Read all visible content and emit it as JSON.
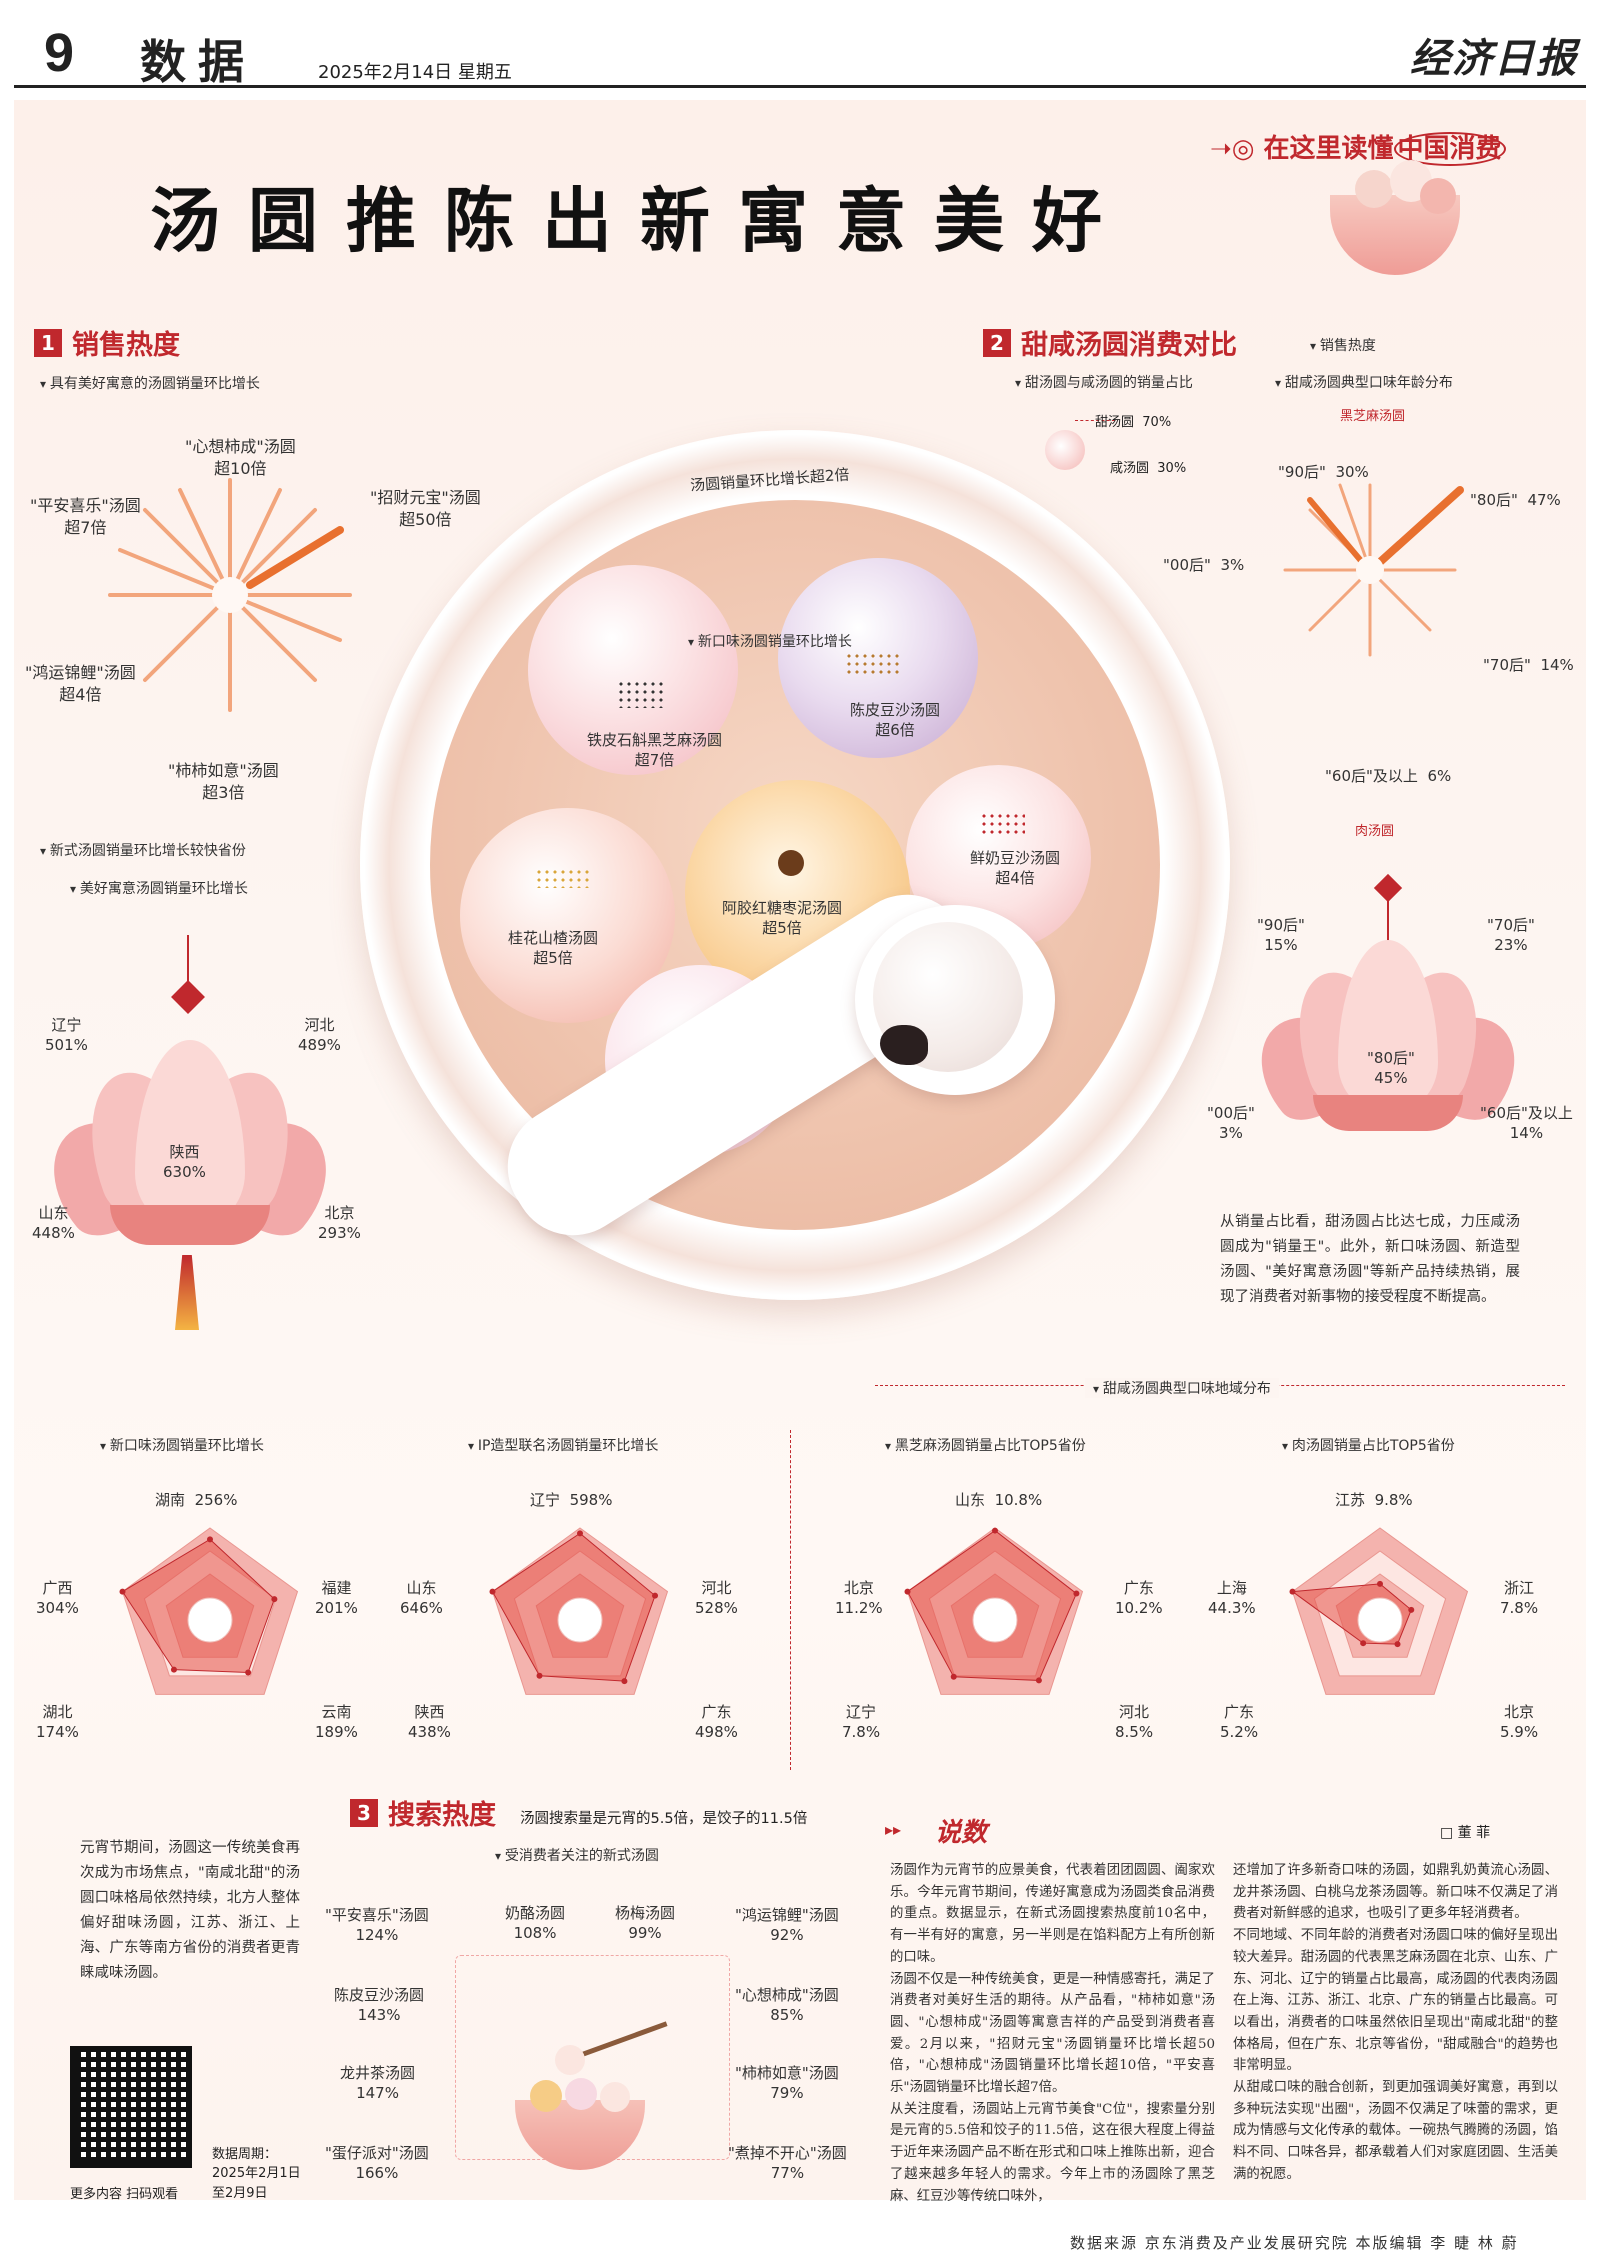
{
  "masthead": {
    "page_number": "9",
    "section": "数据",
    "date": "2025年2月14日  星期五",
    "newspaper": "经济日报"
  },
  "column_tag": {
    "prefix": "在这里读懂",
    "highlight": "中国消费"
  },
  "title": "汤圆推陈出新寓意美好",
  "section1": {
    "num": "1",
    "title": "销售热度",
    "sub": "具有美好寓意的汤圆销量环比增长",
    "items": [
      {
        "name": "\"心想柿成\"汤圆",
        "value": "超10倍"
      },
      {
        "name": "\"平安喜乐\"汤圆",
        "value": "超7倍"
      },
      {
        "name": "\"招财元宝\"汤圆",
        "value": "超50倍"
      },
      {
        "name": "\"鸿运锦鲤\"汤圆",
        "value": "超4倍"
      },
      {
        "name": "\"柿柿如意\"汤圆",
        "value": "超3倍"
      }
    ],
    "province_sub1": "新式汤圆销量环比增长较快省份",
    "province_sub2": "美好寓意汤圆销量环比增长",
    "provinces": [
      {
        "name": "辽宁",
        "value": "501%"
      },
      {
        "name": "河北",
        "value": "489%"
      },
      {
        "name": "陕西",
        "value": "630%"
      },
      {
        "name": "山东",
        "value": "448%"
      },
      {
        "name": "北京",
        "value": "293%"
      }
    ]
  },
  "bowl": {
    "top_label": "汤圆销量环比增长超2倍",
    "inner_sub": "新口味汤圆销量环比增长",
    "balls": [
      {
        "name": "铁皮石斛黑芝麻汤圆",
        "value": "超7倍"
      },
      {
        "name": "陈皮豆沙汤圆",
        "value": "超6倍"
      },
      {
        "name": "鲜奶豆沙汤圆",
        "value": "超4倍"
      },
      {
        "name": "阿胶红糖枣泥汤圆",
        "value": "超5倍"
      },
      {
        "name": "桂花山楂汤圆",
        "value": "超5倍"
      }
    ]
  },
  "section2": {
    "num": "2",
    "title": "甜咸汤圆消费对比",
    "sub_ratio": "甜汤圆与咸汤圆的销量占比",
    "ratio": [
      {
        "name": "甜汤圆",
        "value": "70%"
      },
      {
        "name": "咸汤圆",
        "value": "30%"
      }
    ],
    "sub_heat": "销售热度",
    "sub_age": "甜咸汤圆典型口味年龄分布",
    "sesame_label": "黑芝麻汤圆",
    "sesame_age": [
      {
        "name": "\"90后\"",
        "value": "30%"
      },
      {
        "name": "\"80后\"",
        "value": "47%"
      },
      {
        "name": "\"00后\"",
        "value": "3%"
      },
      {
        "name": "\"70后\"",
        "value": "14%"
      },
      {
        "name": "\"60后\"及以上",
        "value": "6%"
      }
    ],
    "meat_label": "肉汤圆",
    "meat_age": [
      {
        "name": "\"90后\"",
        "value": "15%"
      },
      {
        "name": "\"70后\"",
        "value": "23%"
      },
      {
        "name": "\"80后\"",
        "value": "45%"
      },
      {
        "name": "\"00后\"",
        "value": "3%"
      },
      {
        "name": "\"60后\"及以上",
        "value": "14%"
      }
    ],
    "note": "从销量占比看，甜汤圆占比达七成，力压咸汤圆成为\"销量王\"。此外，新口味汤圆、新造型汤圆、\"美好寓意汤圆\"等新产品持续热销，展现了消费者对新事物的接受程度不断提高。"
  },
  "chart_data": [
    {
      "type": "radar",
      "title": "新口味汤圆销量环比增长",
      "categories": [
        "湖南",
        "福建",
        "云南",
        "湖北",
        "广西"
      ],
      "values": [
        256,
        201,
        189,
        174,
        304
      ],
      "labels": [
        "256%",
        "201%",
        "189%",
        "174%",
        "304%"
      ]
    },
    {
      "type": "radar",
      "title": "IP造型联名汤圆销量环比增长",
      "categories": [
        "辽宁",
        "河北",
        "广东",
        "陕西",
        "山东"
      ],
      "values": [
        598,
        528,
        498,
        438,
        646
      ],
      "labels": [
        "598%",
        "528%",
        "498%",
        "438%",
        "646%"
      ]
    },
    {
      "type": "radar",
      "title": "黑芝麻汤圆销量占比TOP5省份",
      "categories": [
        "山东",
        "广东",
        "河北",
        "辽宁",
        "北京"
      ],
      "values": [
        10.8,
        10.2,
        8.5,
        7.8,
        11.2
      ],
      "labels": [
        "10.8%",
        "10.2%",
        "8.5%",
        "7.8%",
        "11.2%"
      ]
    },
    {
      "type": "radar",
      "title": "肉汤圆销量占比TOP5省份",
      "categories": [
        "江苏",
        "浙江",
        "北京",
        "广东",
        "上海"
      ],
      "values": [
        9.8,
        7.8,
        5.9,
        5.2,
        44.3
      ],
      "labels": [
        "9.8%",
        "7.8%",
        "5.9%",
        "5.2%",
        "44.3%"
      ]
    }
  ],
  "regional_title": "甜咸汤圆典型口味地域分布",
  "intro_text": "元宵节期间，汤圆这一传统美食再次成为市场焦点，\"南咸北甜\"的汤圆口味格局依然持续，北方人整体偏好甜味汤圆，江苏、浙江、上海、广东等南方省份的消费者更青睐咸味汤圆。",
  "qr": {
    "caption": "更多内容 扫码观看",
    "period_label": "数据周期：",
    "period": "2025年2月1日至2月9日"
  },
  "section3": {
    "num": "3",
    "title": "搜索热度",
    "headline": "汤圆搜索量是元宵的5.5倍，是饺子的11.5倍",
    "sub": "受消费者关注的新式汤圆",
    "items": [
      {
        "name": "\"平安喜乐\"汤圆",
        "value": "124%"
      },
      {
        "name": "奶酪汤圆",
        "value": "108%"
      },
      {
        "name": "杨梅汤圆",
        "value": "99%"
      },
      {
        "name": "\"鸿运锦鲤\"汤圆",
        "value": "92%"
      },
      {
        "name": "陈皮豆沙汤圆",
        "value": "143%"
      },
      {
        "name": "\"心想柿成\"汤圆",
        "value": "85%"
      },
      {
        "name": "龙井茶汤圆",
        "value": "147%"
      },
      {
        "name": "\"柿柿如意\"汤圆",
        "value": "79%"
      },
      {
        "name": "\"蛋仔派对\"汤圆",
        "value": "166%"
      },
      {
        "name": "\"煮掉不开心\"汤圆",
        "value": "77%"
      }
    ]
  },
  "shuoshu": {
    "title": "说数",
    "author": "□ 董 菲",
    "col1": "汤圆作为元宵节的应景美食，代表着团团圆圆、阖家欢乐。今年元宵节期间，传递好寓意成为汤圆类食品消费的重点。数据显示，在新式汤圆搜索热度前10名中，有一半有好的寓意，另一半则是在馅料配方上有所创新的口味。\n汤圆不仅是一种传统美食，更是一种情感寄托，满足了消费者对美好生活的期待。从产品看，\"柿柿如意\"汤圆、\"心想柿成\"汤圆等寓意吉祥的产品受到消费者喜爱。2月以来，\"招财元宝\"汤圆销量环比增长超50倍，\"心想柿成\"汤圆销量环比增长超10倍，\"平安喜乐\"汤圆销量环比增长超7倍。\n从关注度看，汤圆站上元宵节美食\"C位\"，搜索量分别是元宵的5.5倍和饺子的11.5倍，这在很大程度上得益于近年来汤圆产品不断在形式和口味上推陈出新，迎合了越来越多年轻人的需求。今年上市的汤圆除了黑芝麻、红豆沙等传统口味外，",
    "col2": "还增加了许多新奇口味的汤圆，如鼎乳奶黄流心汤圆、龙井茶汤圆、白桃乌龙茶汤圆等。新口味不仅满足了消费者对新鲜感的追求，也吸引了更多年轻消费者。\n不同地域、不同年龄的消费者对汤圆口味的偏好呈现出较大差异。甜汤圆的代表黑芝麻汤圆在北京、山东、广东、河北、辽宁的销量占比最高，咸汤圆的代表肉汤圆在上海、江苏、浙江、北京、广东的销量占比最高。可以看出，消费者的口味虽然依旧呈现出\"南咸北甜\"的整体格局，但在广东、北京等省份，\"甜咸融合\"的趋势也非常明显。\n从甜咸口味的融合创新，到更加强调美好寓意，再到以多种玩法实现\"出圈\"，汤圆不仅满足了味蕾的需求，更成为情感与文化传承的载体。一碗热气腾腾的汤圆，馅料不同、口味各异，都承载着人们对家庭团圆、生活美满的祝愿。"
  },
  "footer": "数据来源  京东消费及产业发展研究院  本版编辑  李  睫  林  蔚",
  "colors": {
    "accent": "#c0282d",
    "pink": "#f0a7a5",
    "soft_pink": "#fbe2de"
  }
}
